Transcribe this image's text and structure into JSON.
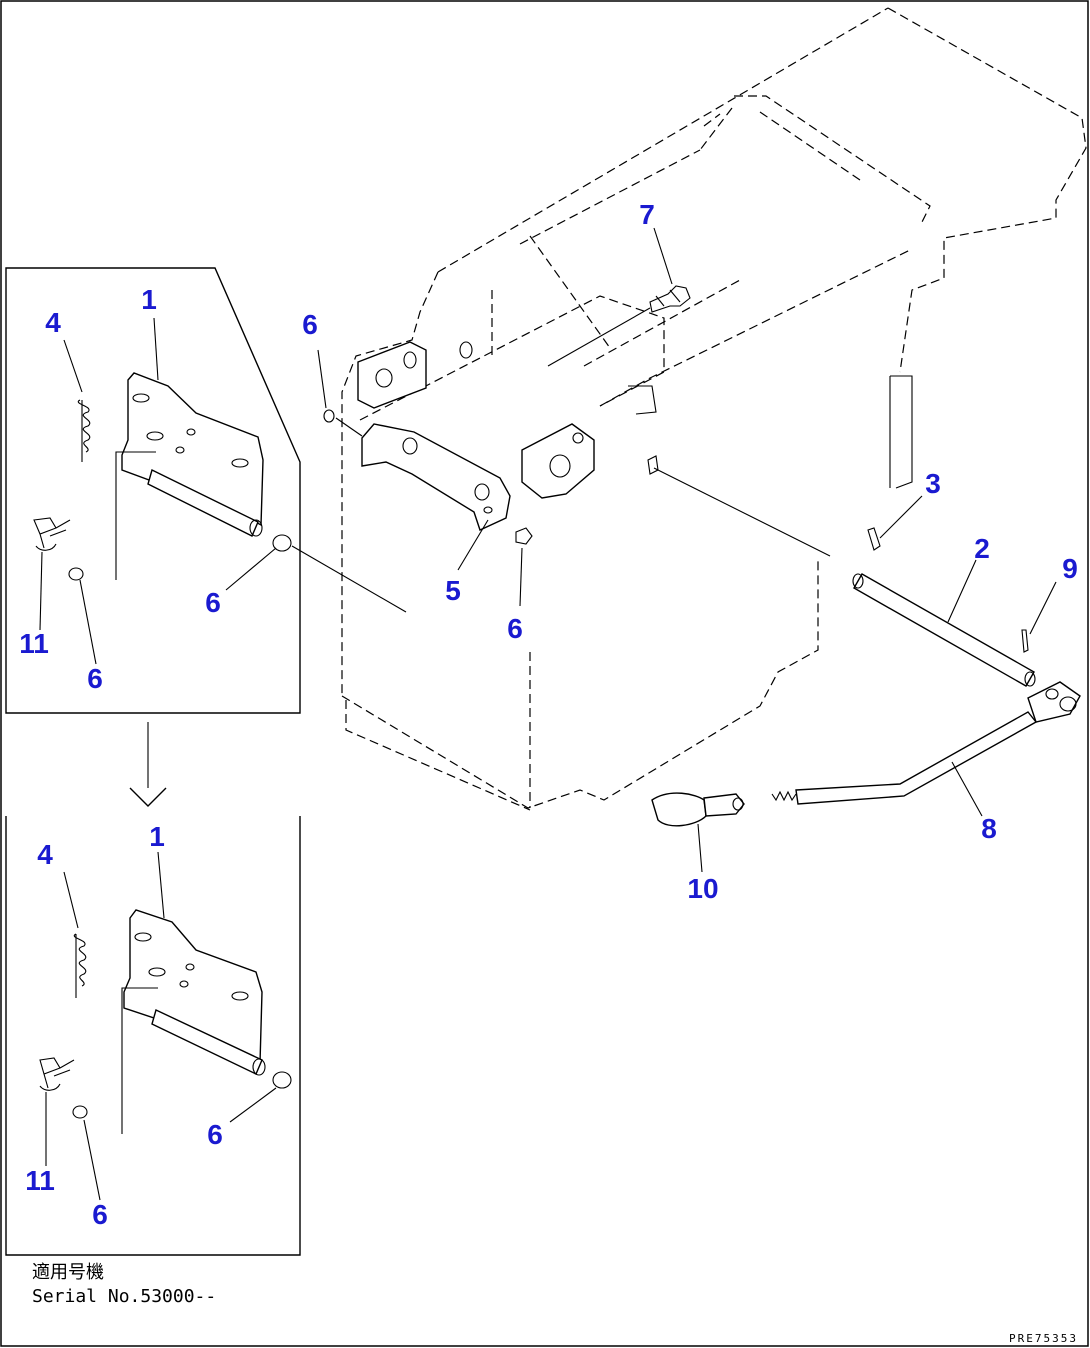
{
  "diagram": {
    "callouts": {
      "inset1": {
        "c1": "1",
        "c4": "4",
        "c6a": "6",
        "c11": "11",
        "c6b": "6"
      },
      "inset2": {
        "c1": "1",
        "c4": "4",
        "c6a": "6",
        "c11": "11",
        "c6b": "6"
      },
      "main": {
        "c7": "7",
        "c6a": "6",
        "c5": "5",
        "c6b": "6",
        "c3": "3",
        "c2": "2",
        "c9": "9",
        "c8": "8",
        "c10": "10"
      }
    },
    "serial_note": {
      "line1": "適用号機",
      "line2": "Serial No.53000--"
    },
    "drawing_code": "PRE75353",
    "callout_color": "#1a1ad0"
  }
}
